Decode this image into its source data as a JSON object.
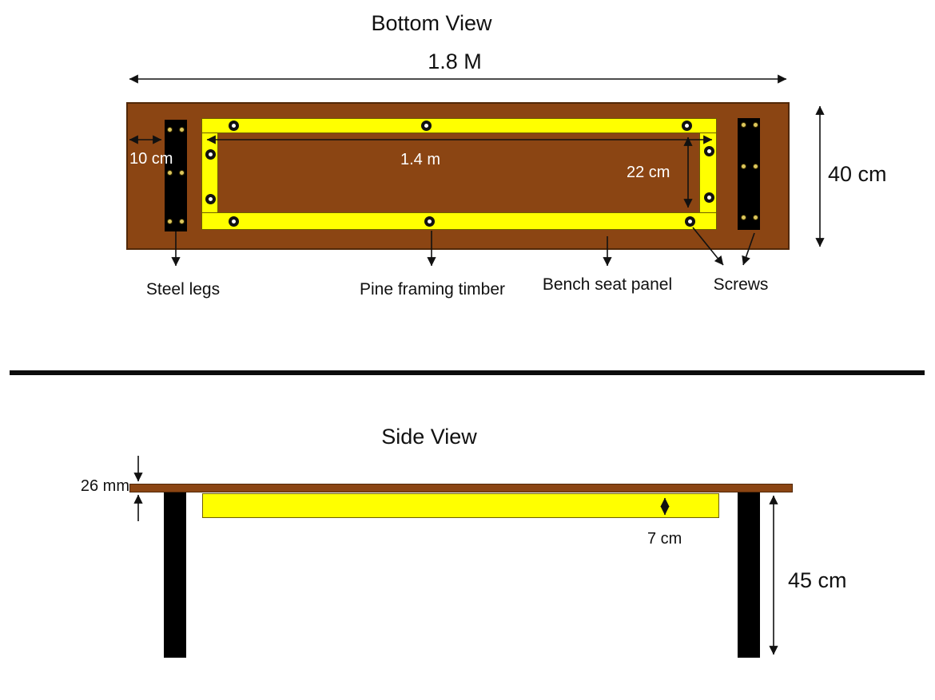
{
  "colors": {
    "brown": "#8B4513",
    "brown-border": "#512808",
    "yellow": "#FFFF00",
    "yellow-border": "#6E5E00",
    "leg": "#000000",
    "screw-ring": "#111111",
    "screw-center": "#FFFFFF",
    "leg-screw": "#DCC75E",
    "leg-screw-ring": "#3B3000",
    "arrow": "#111111",
    "divider": "#0D0D0D",
    "text-dark": "#111111",
    "text-light": "#FFFFFF"
  },
  "bottom_view": {
    "title": "Bottom View",
    "dimensions": {
      "overall_length": "1.8 M",
      "leg_inset": "10 cm",
      "frame_length": "1.4 m",
      "frame_inner_width": "22 cm",
      "overall_width": "40 cm"
    },
    "callouts": {
      "steel_legs": "Steel legs",
      "pine_framing": "Pine framing timber",
      "bench_seat_panel": "Bench seat panel",
      "screws": "Screws"
    }
  },
  "side_view": {
    "title": "Side View",
    "dimensions": {
      "panel_thickness": "26 mm",
      "frame_depth": "7 cm",
      "leg_height": "45 cm"
    }
  }
}
